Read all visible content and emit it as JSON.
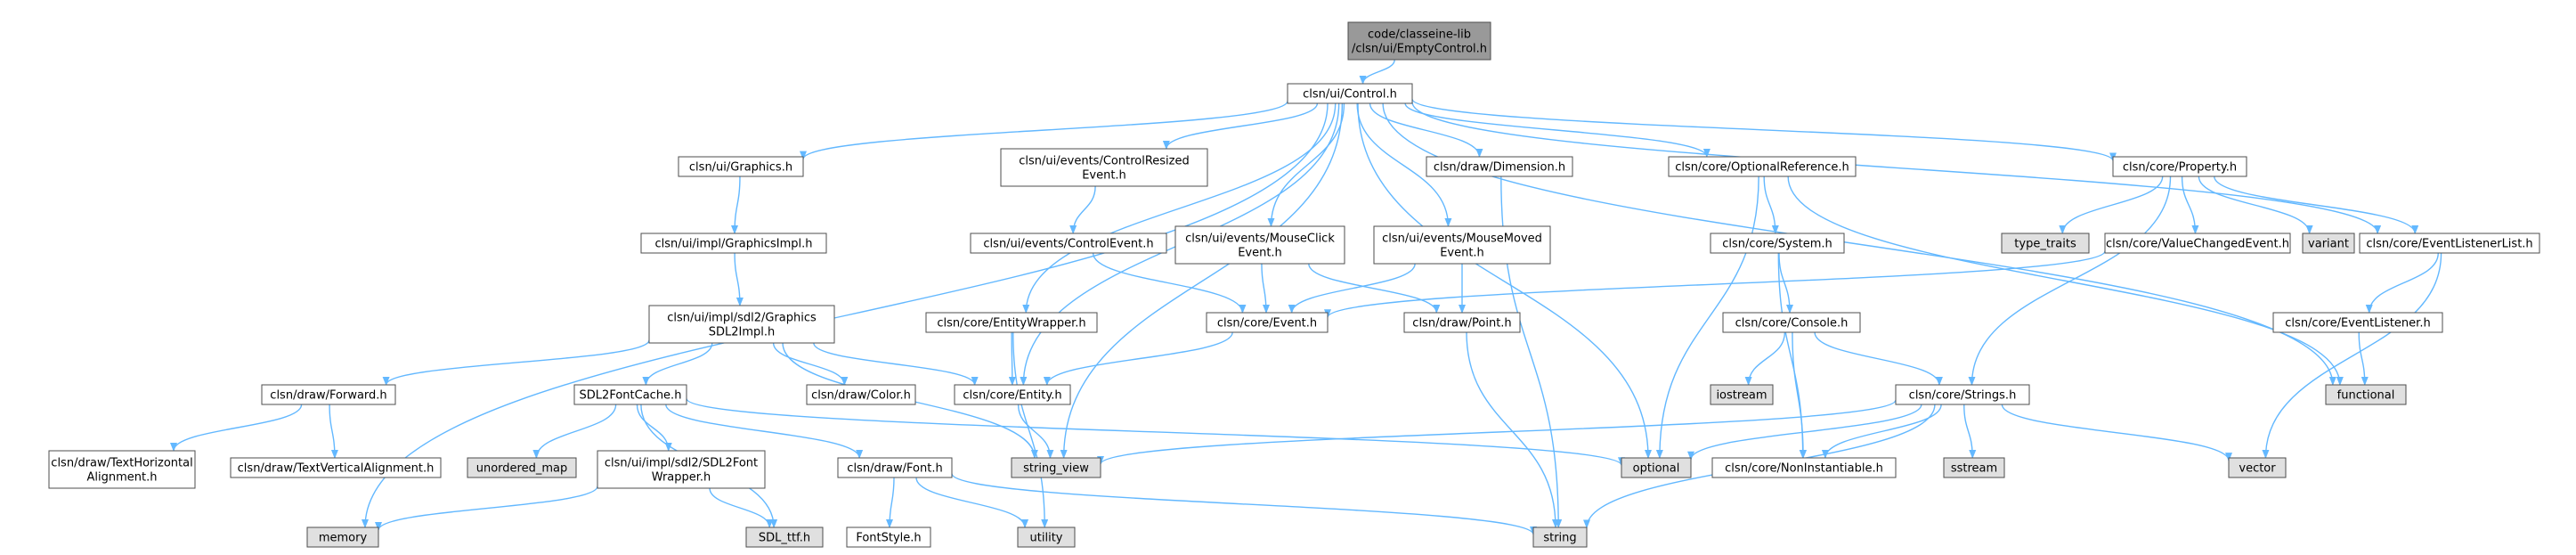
{
  "graph": {
    "edge_color": "#63b8ff",
    "node_fill": "#ffffff",
    "root_fill": "#999999",
    "system_fill": "#e0e0e0",
    "node_border": "#4d4d4d",
    "nodes": [
      {
        "id": "root",
        "lines": [
          "code/classeine-lib",
          "/clsn/ui/EmptyControl.h"
        ],
        "kind": "root"
      },
      {
        "id": "control",
        "lines": [
          "clsn/ui/Control.h"
        ],
        "kind": "file"
      },
      {
        "id": "memory",
        "lines": [
          "memory"
        ],
        "kind": "system"
      },
      {
        "id": "graphics",
        "lines": [
          "clsn/ui/Graphics.h"
        ],
        "kind": "file"
      },
      {
        "id": "controlresized",
        "lines": [
          "clsn/ui/events/ControlResized",
          "Event.h"
        ],
        "kind": "file"
      },
      {
        "id": "dimension",
        "lines": [
          "clsn/draw/Dimension.h"
        ],
        "kind": "file"
      },
      {
        "id": "optionalref",
        "lines": [
          "clsn/core/OptionalReference.h"
        ],
        "kind": "file"
      },
      {
        "id": "property",
        "lines": [
          "clsn/core/Property.h"
        ],
        "kind": "file"
      },
      {
        "id": "graphicsimpl",
        "lines": [
          "clsn/ui/impl/GraphicsImpl.h"
        ],
        "kind": "file"
      },
      {
        "id": "controlevent",
        "lines": [
          "clsn/ui/events/ControlEvent.h"
        ],
        "kind": "file"
      },
      {
        "id": "mouseclick",
        "lines": [
          "clsn/ui/events/MouseClick",
          "Event.h"
        ],
        "kind": "file"
      },
      {
        "id": "mousemoved",
        "lines": [
          "clsn/ui/events/MouseMoved",
          "Event.h"
        ],
        "kind": "file"
      },
      {
        "id": "system",
        "lines": [
          "clsn/core/System.h"
        ],
        "kind": "file"
      },
      {
        "id": "typetraits",
        "lines": [
          "type_traits"
        ],
        "kind": "system"
      },
      {
        "id": "valuechanged",
        "lines": [
          "clsn/core/ValueChangedEvent.h"
        ],
        "kind": "file"
      },
      {
        "id": "variant",
        "lines": [
          "variant"
        ],
        "kind": "system"
      },
      {
        "id": "eventlistenerlist",
        "lines": [
          "clsn/core/EventListenerList.h"
        ],
        "kind": "file"
      },
      {
        "id": "sdl2impl",
        "lines": [
          "clsn/ui/impl/sdl2/Graphics",
          "SDL2Impl.h"
        ],
        "kind": "file"
      },
      {
        "id": "entitywrapper",
        "lines": [
          "clsn/core/EntityWrapper.h"
        ],
        "kind": "file"
      },
      {
        "id": "event",
        "lines": [
          "clsn/core/Event.h"
        ],
        "kind": "file"
      },
      {
        "id": "point",
        "lines": [
          "clsn/draw/Point.h"
        ],
        "kind": "file"
      },
      {
        "id": "console",
        "lines": [
          "clsn/core/Console.h"
        ],
        "kind": "file"
      },
      {
        "id": "eventlistener",
        "lines": [
          "clsn/core/EventListener.h"
        ],
        "kind": "file"
      },
      {
        "id": "forward",
        "lines": [
          "clsn/draw/Forward.h"
        ],
        "kind": "file"
      },
      {
        "id": "fontcache",
        "lines": [
          "SDL2FontCache.h"
        ],
        "kind": "file"
      },
      {
        "id": "color",
        "lines": [
          "clsn/draw/Color.h"
        ],
        "kind": "file"
      },
      {
        "id": "entity",
        "lines": [
          "clsn/core/Entity.h"
        ],
        "kind": "file"
      },
      {
        "id": "iostream",
        "lines": [
          "iostream"
        ],
        "kind": "system"
      },
      {
        "id": "strings",
        "lines": [
          "clsn/core/Strings.h"
        ],
        "kind": "file"
      },
      {
        "id": "functional",
        "lines": [
          "functional"
        ],
        "kind": "system"
      },
      {
        "id": "texthoriz",
        "lines": [
          "clsn/draw/TextHorizontal",
          "Alignment.h"
        ],
        "kind": "file"
      },
      {
        "id": "textvert",
        "lines": [
          "clsn/draw/TextVerticalAlignment.h"
        ],
        "kind": "file"
      },
      {
        "id": "unorderedmap",
        "lines": [
          "unordered_map"
        ],
        "kind": "system"
      },
      {
        "id": "fontwrapper",
        "lines": [
          "clsn/ui/impl/sdl2/SDL2Font",
          "Wrapper.h"
        ],
        "kind": "file"
      },
      {
        "id": "font",
        "lines": [
          "clsn/draw/Font.h"
        ],
        "kind": "file"
      },
      {
        "id": "stringview",
        "lines": [
          "string_view"
        ],
        "kind": "system"
      },
      {
        "id": "optional",
        "lines": [
          "optional"
        ],
        "kind": "system"
      },
      {
        "id": "noninst",
        "lines": [
          "clsn/core/NonInstantiable.h"
        ],
        "kind": "file"
      },
      {
        "id": "sstream",
        "lines": [
          "sstream"
        ],
        "kind": "system"
      },
      {
        "id": "vector",
        "lines": [
          "vector"
        ],
        "kind": "system"
      },
      {
        "id": "sdlttf",
        "lines": [
          "SDL_ttf.h"
        ],
        "kind": "system"
      },
      {
        "id": "utility",
        "lines": [
          "utility"
        ],
        "kind": "system"
      },
      {
        "id": "string",
        "lines": [
          "string"
        ],
        "kind": "system"
      },
      {
        "id": "fontstyle",
        "lines": [
          "FontStyle.h"
        ],
        "kind": "file"
      }
    ],
    "edges": [
      [
        "root",
        "control"
      ],
      [
        "control",
        "memory"
      ],
      [
        "control",
        "graphics"
      ],
      [
        "control",
        "controlresized"
      ],
      [
        "control",
        "dimension"
      ],
      [
        "control",
        "optionalref"
      ],
      [
        "control",
        "property"
      ],
      [
        "control",
        "mouseclick"
      ],
      [
        "control",
        "mousemoved"
      ],
      [
        "control",
        "entitywrapper"
      ],
      [
        "control",
        "entity"
      ],
      [
        "control",
        "stringview"
      ],
      [
        "control",
        "optional"
      ],
      [
        "control",
        "eventlistenerlist"
      ],
      [
        "control",
        "functional"
      ],
      [
        "graphics",
        "graphicsimpl"
      ],
      [
        "graphicsimpl",
        "sdl2impl"
      ],
      [
        "sdl2impl",
        "forward"
      ],
      [
        "sdl2impl",
        "fontcache"
      ],
      [
        "sdl2impl",
        "color"
      ],
      [
        "sdl2impl",
        "entity"
      ],
      [
        "sdl2impl",
        "stringview"
      ],
      [
        "forward",
        "texthoriz"
      ],
      [
        "forward",
        "textvert"
      ],
      [
        "fontcache",
        "unorderedmap"
      ],
      [
        "fontcache",
        "fontwrapper"
      ],
      [
        "fontcache",
        "font"
      ],
      [
        "fontcache",
        "sdlttf"
      ],
      [
        "fontcache",
        "optional"
      ],
      [
        "fontwrapper",
        "memory"
      ],
      [
        "fontwrapper",
        "sdlttf"
      ],
      [
        "font",
        "fontstyle"
      ],
      [
        "font",
        "utility"
      ],
      [
        "font",
        "string"
      ],
      [
        "controlresized",
        "controlevent"
      ],
      [
        "controlevent",
        "event"
      ],
      [
        "mouseclick",
        "event"
      ],
      [
        "mouseclick",
        "point"
      ],
      [
        "mousemoved",
        "event"
      ],
      [
        "mousemoved",
        "point"
      ],
      [
        "event",
        "entity"
      ],
      [
        "entitywrapper",
        "entity"
      ],
      [
        "entitywrapper",
        "utility"
      ],
      [
        "entity",
        "stringview"
      ],
      [
        "dimension",
        "string"
      ],
      [
        "point",
        "string"
      ],
      [
        "optionalref",
        "system"
      ],
      [
        "optionalref",
        "optional"
      ],
      [
        "optionalref",
        "functional"
      ],
      [
        "system",
        "console"
      ],
      [
        "system",
        "noninst"
      ],
      [
        "console",
        "iostream"
      ],
      [
        "console",
        "strings"
      ],
      [
        "console",
        "noninst"
      ],
      [
        "strings",
        "stringview"
      ],
      [
        "strings",
        "optional"
      ],
      [
        "strings",
        "noninst"
      ],
      [
        "strings",
        "sstream"
      ],
      [
        "strings",
        "vector"
      ],
      [
        "strings",
        "string"
      ],
      [
        "property",
        "typetraits"
      ],
      [
        "property",
        "valuechanged"
      ],
      [
        "property",
        "variant"
      ],
      [
        "property",
        "eventlistenerlist"
      ],
      [
        "property",
        "strings"
      ],
      [
        "valuechanged",
        "event"
      ],
      [
        "eventlistenerlist",
        "eventlistener"
      ],
      [
        "eventlistenerlist",
        "vector"
      ],
      [
        "eventlistener",
        "functional"
      ]
    ]
  }
}
